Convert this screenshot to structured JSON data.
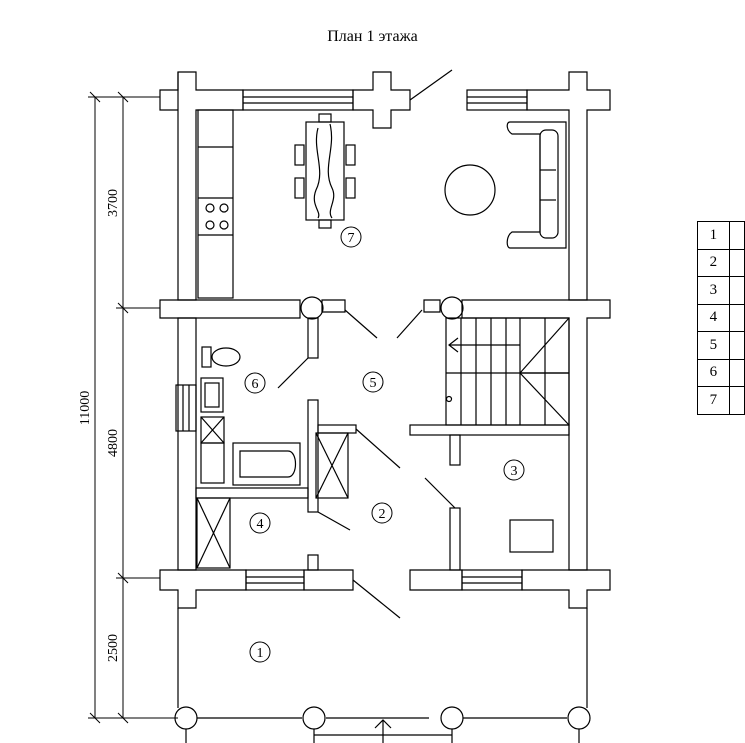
{
  "title": "План 1 этажа",
  "dimensions": {
    "total": "11000",
    "segments": [
      "3700",
      "4800",
      "2500"
    ]
  },
  "rooms": [
    "1",
    "2",
    "3",
    "4",
    "5",
    "6",
    "7"
  ],
  "legend": [
    "1",
    "2",
    "3",
    "4",
    "5",
    "6",
    "7"
  ]
}
